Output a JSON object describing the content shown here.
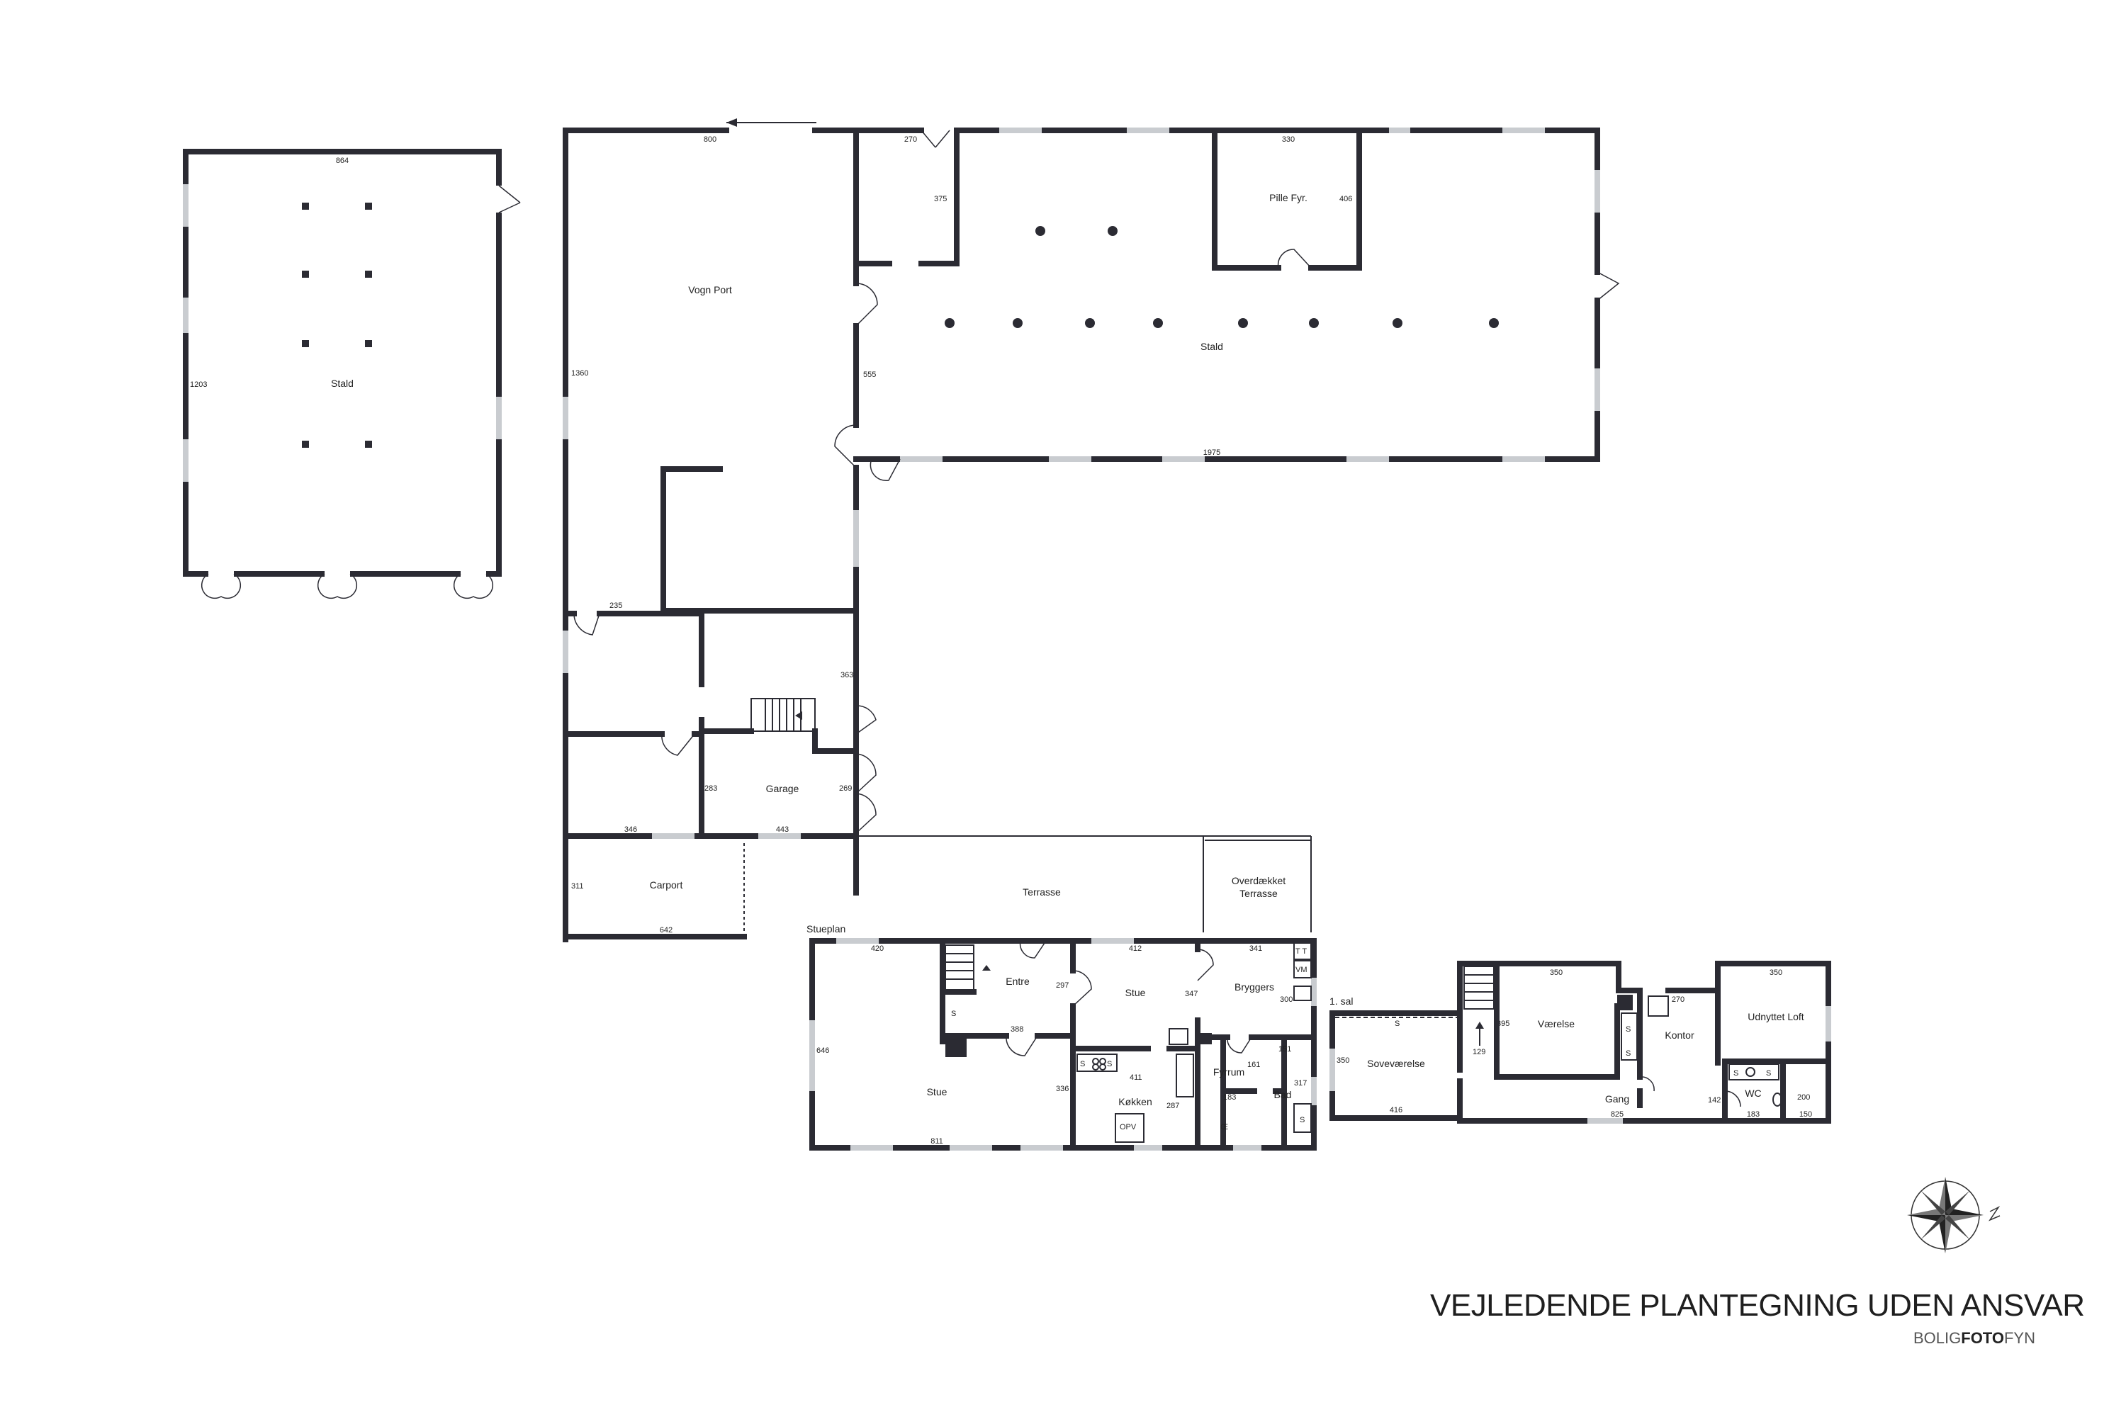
{
  "footer": {
    "title": "VEJLEDENDE PLANTEGNING UDEN ANSVAR",
    "brand_prefix": "BOLIG",
    "brand_bold": "FOTO",
    "brand_suffix": "FYN"
  },
  "floors": {
    "ground": "Stueplan",
    "first": "1. sal"
  },
  "rooms": {
    "stald_left": "Stald",
    "vogn_port": "Vogn Port",
    "pille_fyr": "Pille Fyr.",
    "stald_right": "Stald",
    "garage": "Garage",
    "carport": "Carport",
    "terrasse": "Terrasse",
    "overdaekket_1": "Overdækket",
    "overdaekket_2": "Terrasse",
    "entre": "Entre",
    "stue_small": "Stue",
    "bryggers": "Bryggers",
    "stue_large": "Stue",
    "kokken": "Køkken",
    "fyrrum": "Fyrrum",
    "bad": "Bad",
    "sovevaerelse": "Soveværelse",
    "vaerelse": "Værelse",
    "kontor": "Kontor",
    "udnyttet_loft": "Udnyttet Loft",
    "wc": "WC",
    "gang": "Gang"
  },
  "fixtures": {
    "tt": "T T",
    "vm": "VM",
    "opv": "OPV",
    "oe": "Œ",
    "s": "S"
  },
  "dimensions": {
    "stald_left_width": "864",
    "stald_left_height": "1203",
    "vogn_port_width": "800",
    "vogn_port_height": "1360",
    "small_room_width": "270",
    "small_room_height": "375",
    "pille_width": "330",
    "pille_height": "406",
    "stald_right_height": "555",
    "stald_right_width": "1975",
    "corridor_width": "235",
    "store_height": "363",
    "garage_left": "283",
    "garage_right": "269",
    "room_346": "346",
    "garage_width": "443",
    "carport_height": "311",
    "carport_width": "642",
    "stue_top": "420",
    "stue_height": "646",
    "entre_width": "297",
    "entre_388": "388",
    "stue_small_width": "412",
    "stue_small_height": "347",
    "stue_bottom": "811",
    "kitchen_336": "336",
    "kitchen_411": "411",
    "kitchen_287": "287",
    "bryggers_width": "341",
    "bryggers_300": "300",
    "fyrrum_161": "161",
    "bad_151": "151",
    "fyrrum_183": "183",
    "bad_317": "317",
    "sove_350": "350",
    "sove_416": "416",
    "stair_395": "395",
    "stair_129": "129",
    "vaerelse_350": "350",
    "kontor_270": "270",
    "loft_350": "350",
    "gang_142": "142",
    "gang_825": "825",
    "wc_200": "200",
    "wc_183": "183",
    "loft_150": "150"
  }
}
